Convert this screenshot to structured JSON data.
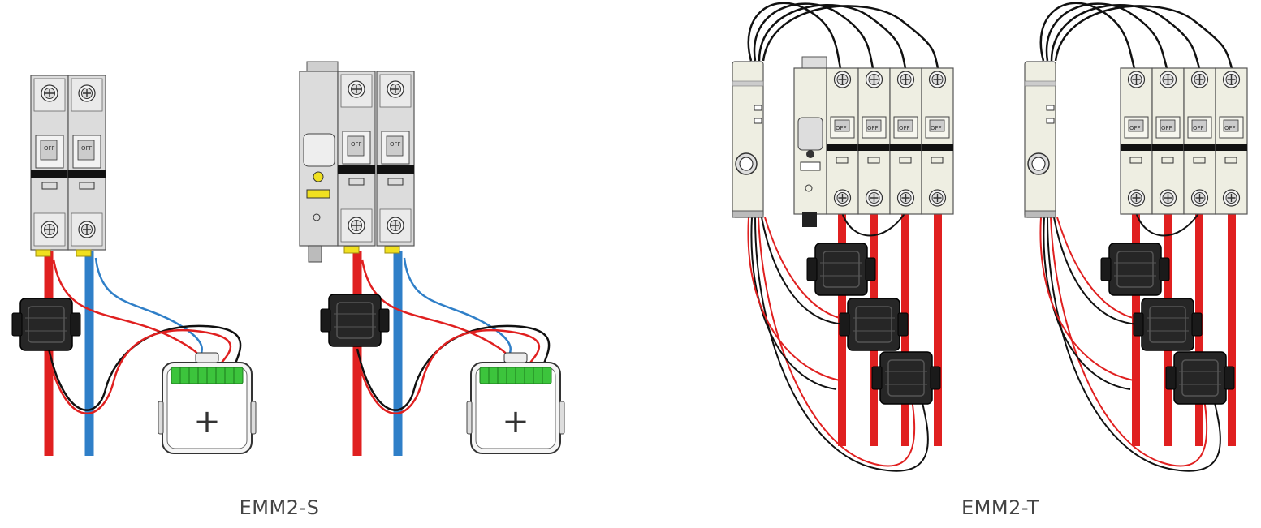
{
  "captions": {
    "single_phase": "EMM2-S",
    "three_phase": "EMM2-T"
  },
  "breaker_switch_label": "OFF",
  "meter_symbol": "+",
  "colors": {
    "live_wire": "#e02020",
    "neutral_wire": "#2f7fc8",
    "signal_black": "#111111",
    "ct_clamp": "#222222",
    "terminal_block": "#3cc43c",
    "breaker_body": "#dcdcdc",
    "breaker_body_3ph": "#eeeee2",
    "accent_yellow": "#f0e020"
  },
  "icons": [
    "screw-terminal-icon",
    "ct-clamp-icon",
    "energy-meter-icon",
    "breaker-icon",
    "plus-icon"
  ]
}
